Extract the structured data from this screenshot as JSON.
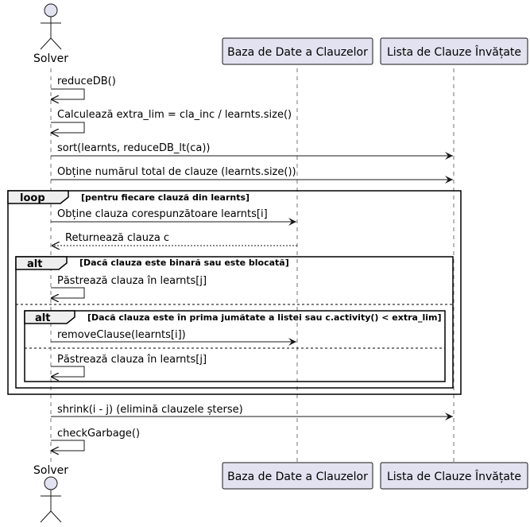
{
  "participants": {
    "solver": "Solver",
    "db": "Baza de Date a Clauzelor",
    "learnts": "Lista de Clauze Învățate"
  },
  "messages": {
    "m1": "reduceDB()",
    "m2": "Calculează extra_lim = cla_inc / learnts.size()",
    "m3": "sort(learnts, reduceDB_lt(ca))",
    "m4": "Obține numărul total de clauze (learnts.size())",
    "m5": "Obține clauza corespunzătoare learnts[i]",
    "m6": "Returnează clauza c",
    "m7": "Păstrează clauza în learnts[j]",
    "m8": "removeClause(learnts[i])",
    "m9": "Păstrează clauza în learnts[j]",
    "m10": "shrink(i - j) (elimină clauzele șterse)",
    "m11": "checkGarbage()"
  },
  "fragments": {
    "loop": {
      "keyword": "loop",
      "guard": "[pentru fiecare clauză din learnts]"
    },
    "alt_outer": {
      "keyword": "alt",
      "guard": "[Dacă clauza este binară sau este blocată]"
    },
    "alt_inner": {
      "keyword": "alt",
      "guard": "[Dacă clauza este în prima jumătate a listei sau c.activity() < extra_lim]"
    }
  },
  "colors": {
    "participant_fill": "#E2E2F0",
    "participant_border": "#181818",
    "fragment_header_fill": "#EEEEEE",
    "line": "#181818"
  }
}
